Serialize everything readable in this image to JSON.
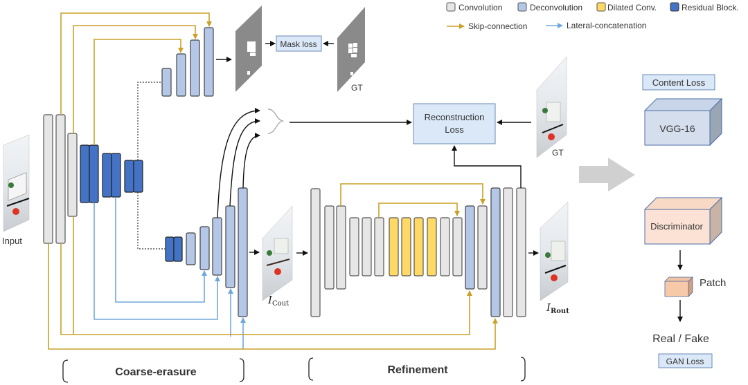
{
  "legend": {
    "items": [
      {
        "label": "Convolution",
        "color": "#e6e6e6"
      },
      {
        "label": "Deconvolution",
        "color": "#b4c7e7"
      },
      {
        "label": "Dilated  Conv.",
        "color": "#ffd966"
      },
      {
        "label": "Residual Block.",
        "color": "#4472c4"
      }
    ],
    "lines": [
      {
        "label": "Skip-connection",
        "color": "#c9a227"
      },
      {
        "label": "Lateral-concatenation",
        "color": "#6fa8dc"
      }
    ]
  },
  "labels": {
    "input": "Input",
    "gt_mask": "GT",
    "gt_image": "GT",
    "mask_loss": "Mask loss",
    "reconstruction_loss_line1": "Reconstruction",
    "reconstruction_loss_line2": "Loss",
    "i_cout_main": "I",
    "i_cout_sub": "Cout",
    "i_rout_main": "I",
    "i_rout_sub": "Rout",
    "content_loss": "Content Loss",
    "vgg": "VGG-16",
    "discriminator": "Discriminator",
    "patch": "Patch",
    "real_fake": "Real / Fake",
    "gan_loss": "GAN Loss",
    "stage_coarse": "Coarse-erasure",
    "stage_refine": "Refinement"
  },
  "colors": {
    "conv": "#e6e6e6",
    "deconv": "#b4c7e7",
    "dilated": "#ffd966",
    "residual": "#4472c4",
    "skip": "#c9a227",
    "lateral": "#6fa8dc",
    "loss_box": "#dae8f7",
    "disc_box": "#fbe2d5",
    "patch_box": "#f8c9a8"
  }
}
